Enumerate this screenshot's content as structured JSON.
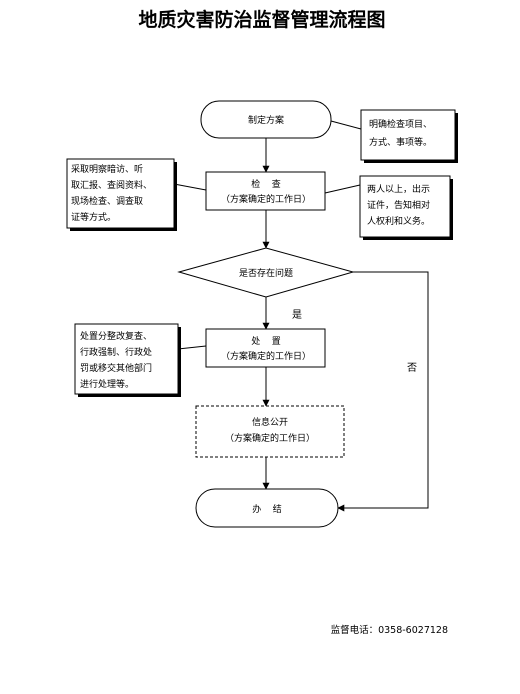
{
  "title": "地质灾害防治监督管理流程图",
  "nodes": {
    "plan": {
      "label": "制定方案"
    },
    "inspect": {
      "label": "检    查",
      "sub": "（方案确定的工作日）"
    },
    "decision": {
      "label": "是否存在问题"
    },
    "handle": {
      "label": "处    置",
      "sub": "（方案确定的工作日）"
    },
    "disclose": {
      "label": "信息公开",
      "sub": "（方案确定的工作日）"
    },
    "finish": {
      "label": "办    结"
    }
  },
  "notes": {
    "plan_note": [
      "明确检查项目、",
      "方式、事项等。"
    ],
    "inspect_left": [
      "采取明察暗访、听",
      "取汇报、查阅资料、",
      "现场检查、调查取",
      "证等方式。"
    ],
    "inspect_right": [
      "两人以上，出示",
      "证件，告知相对",
      "人权利和义务。"
    ],
    "handle_note": [
      "处置分整改复查、",
      "行政强制、行政处",
      "罚或移交其他部门",
      "进行处理等。"
    ]
  },
  "edge_labels": {
    "yes": "是",
    "no": "否"
  },
  "footer": "监督电话：0358-6027128"
}
